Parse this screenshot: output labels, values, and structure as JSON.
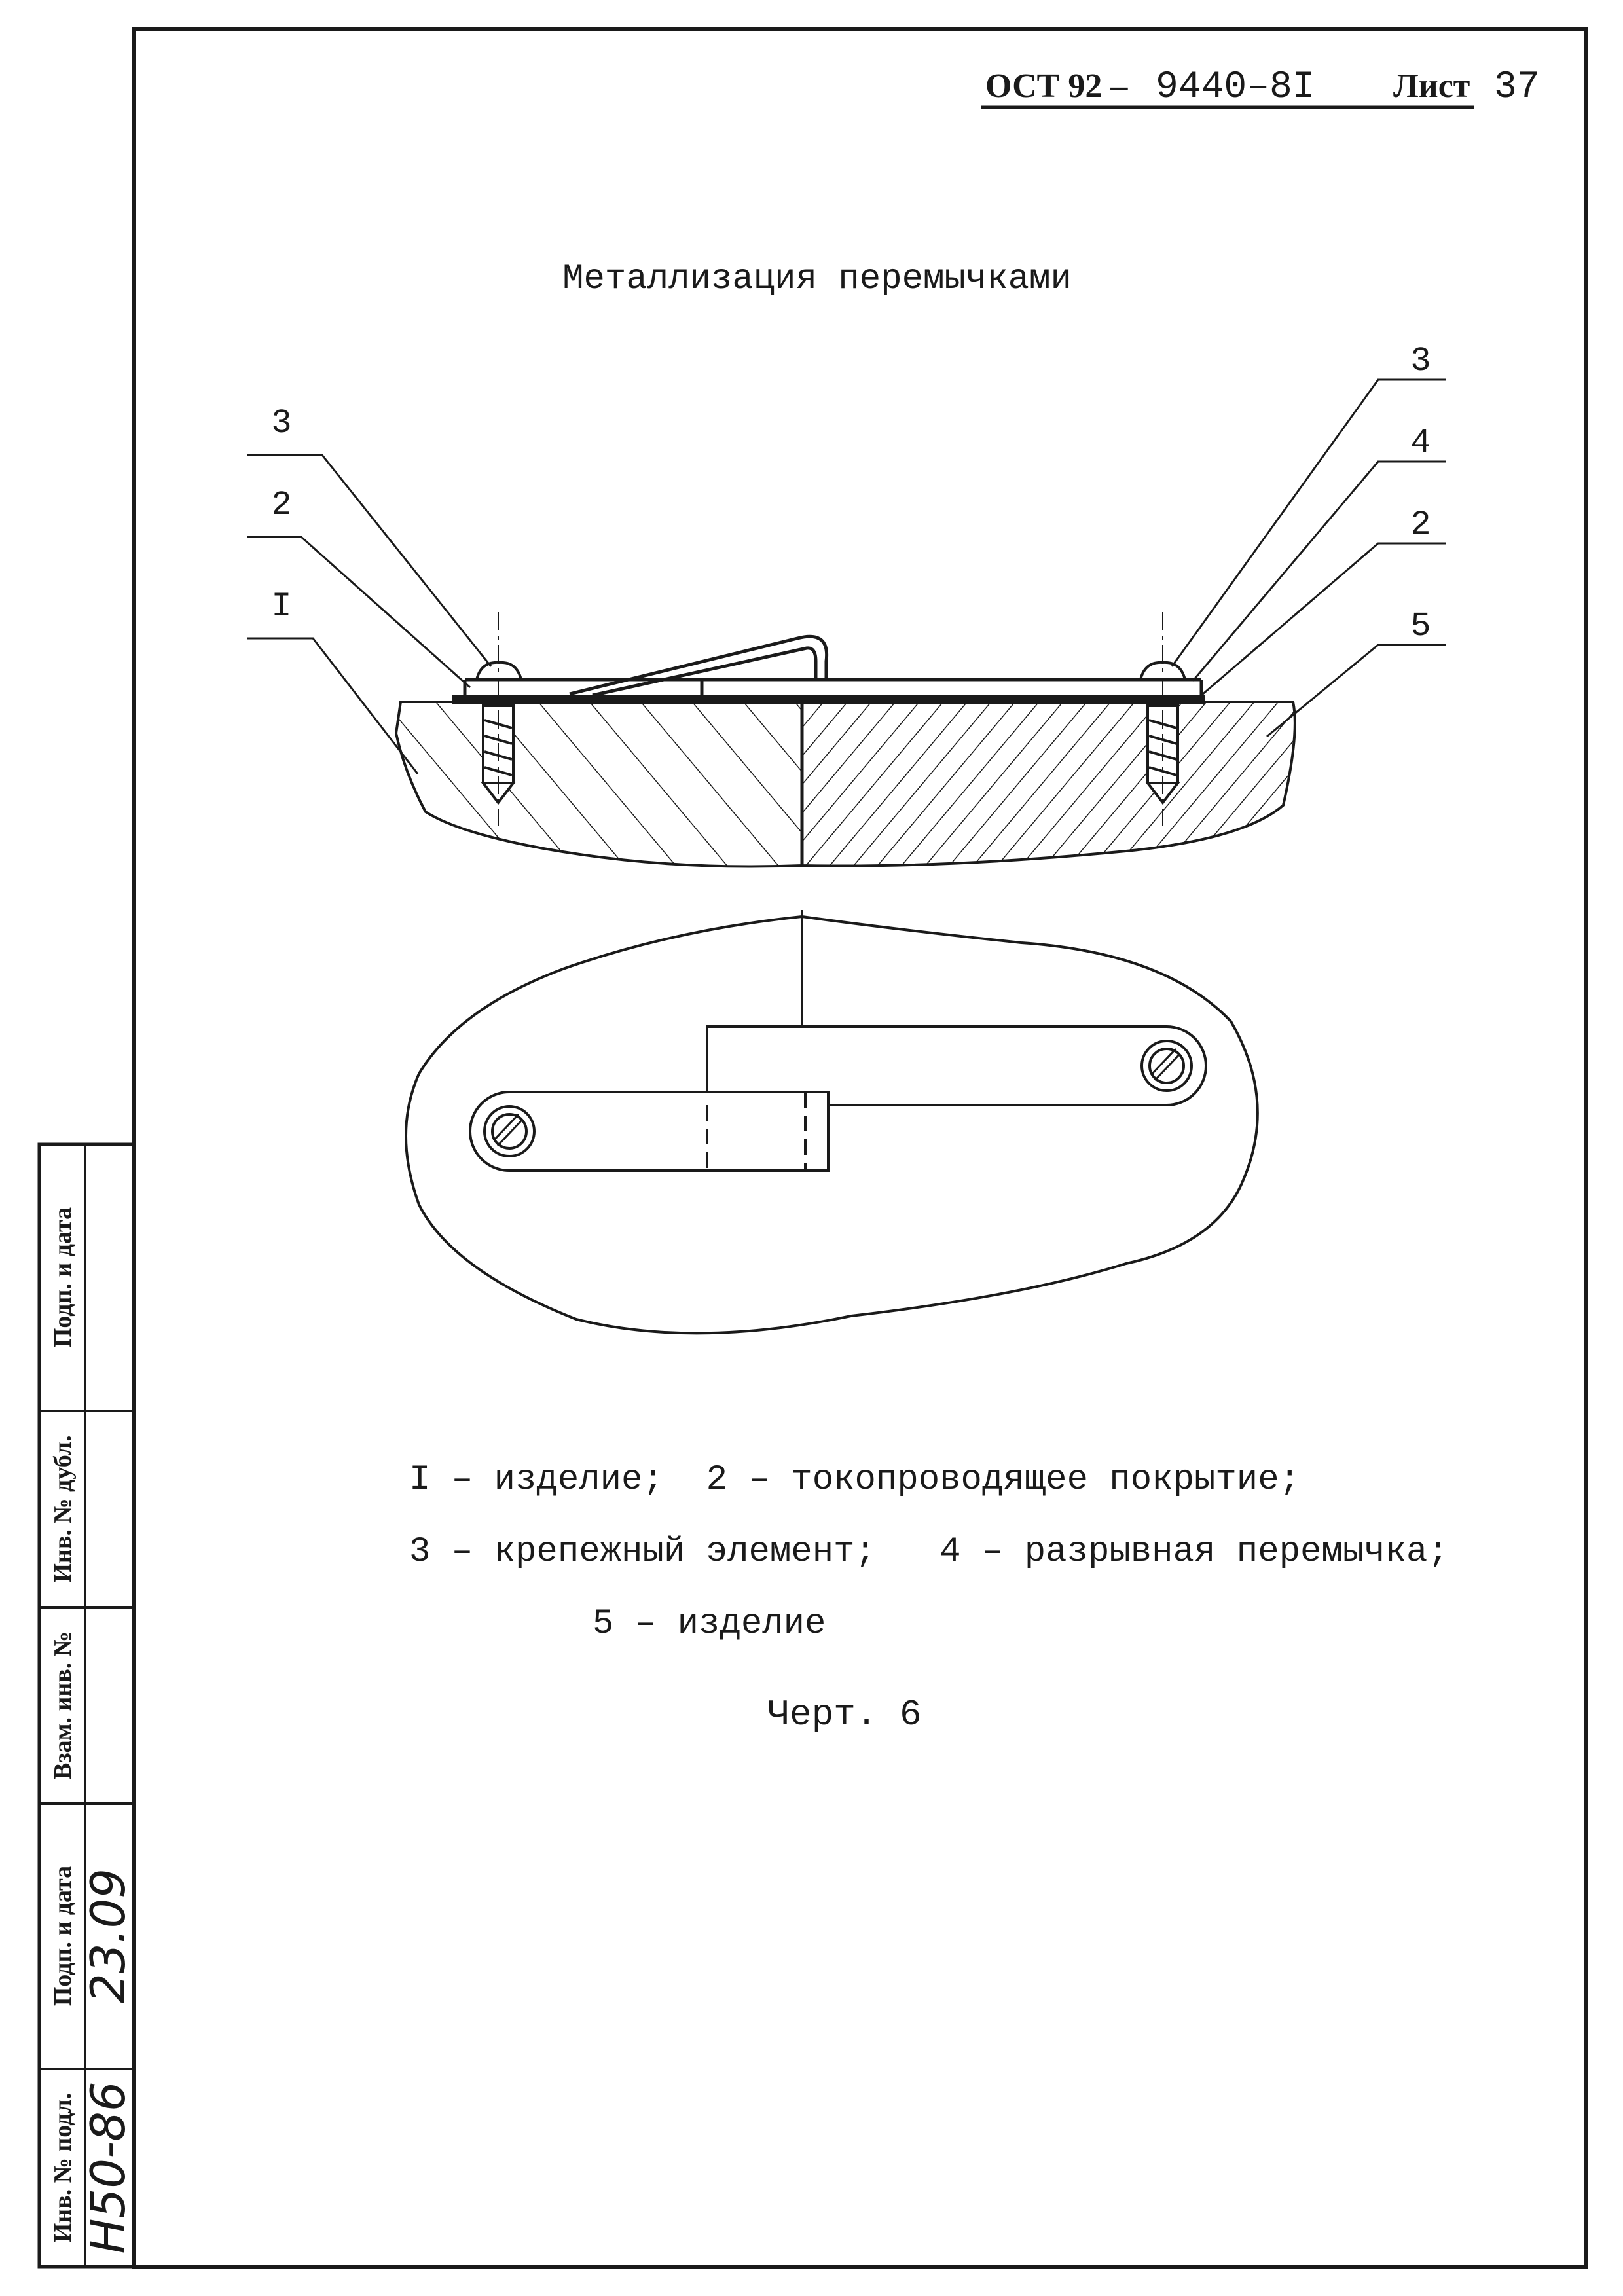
{
  "header": {
    "standard_prefix": "ОСТ 92 –",
    "standard_number": "9440–8I",
    "sheet_label": "Лист",
    "sheet_number": "37"
  },
  "title": "Металлизация перемычками",
  "callouts": {
    "left": [
      "3",
      "2",
      "I"
    ],
    "right": [
      "3",
      "4",
      "2",
      "5"
    ]
  },
  "legend": {
    "line1": "I – изделие;  2 – токопроводящее покрытие;",
    "line2": "3 – крепежный элемент;   4 – разрывная перемычка;",
    "line3": "5 – изделие"
  },
  "caption": "Черт. 6",
  "side_stamp": {
    "labels": [
      "Инв. № подл.",
      "Подп. и дата",
      "Взам. инв. №",
      "Инв. № дубл.",
      "Подп. и дата"
    ],
    "values": [
      "Н50-86",
      "23.09",
      "",
      "",
      ""
    ]
  },
  "colors": {
    "ink": "#1a1a1a",
    "paper": "#ffffff"
  }
}
